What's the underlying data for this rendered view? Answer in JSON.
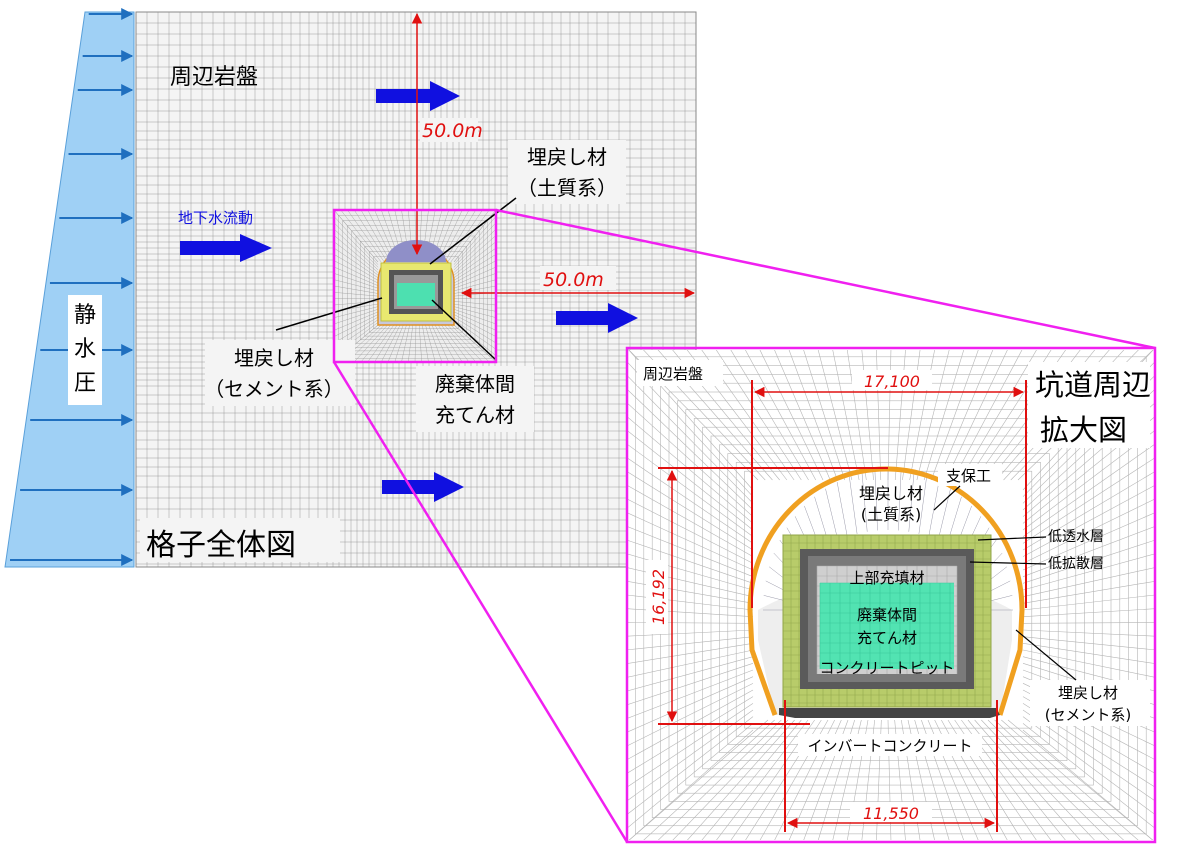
{
  "overview": {
    "surrounding_rock": "周辺岩盤",
    "groundwater_flow": "地下水流動",
    "hydrostatic_pressure": [
      "静",
      "水",
      "圧"
    ],
    "dim_vertical": "50.0m",
    "dim_horizontal": "50.0m",
    "backfill_soil": [
      "埋戻し材",
      "（土質系）"
    ],
    "backfill_cement": [
      "埋戻し材",
      "（セメント系）"
    ],
    "waste_gap_filler": [
      "廃棄体間",
      "充てん材"
    ],
    "title": "格子全体図"
  },
  "detail": {
    "surrounding_rock": "周辺岩盤",
    "title": [
      "坑道周辺",
      "拡大図"
    ],
    "dim_width_top": "17,100",
    "dim_height": "16,192",
    "dim_width_bottom": "11,550",
    "support": "支保工",
    "backfill_soil": [
      "埋戻し材",
      "(土質系)"
    ],
    "low_permeability_layer": "低透水層",
    "low_diffusion_layer": "低拡散層",
    "upper_filler": "上部充填材",
    "waste_gap_filler": [
      "廃棄体間",
      "充てん材"
    ],
    "concrete_pit": "コンクリートピット",
    "backfill_cement": [
      "埋戻し材",
      "(セメント系)"
    ],
    "invert_concrete": "インバートコンクリート"
  },
  "colors": {
    "mesh_line": "#9a9a9a",
    "mesh_bg": "#f2f2f2",
    "flow_arrow": "#1010e0",
    "hydro_fill": "#9fd0f5",
    "hydro_arrow": "#1f6fbf",
    "dimension": "#e01010",
    "zoom_frame": "#f020f0",
    "support_ring": "#f0a020",
    "low_permeability": "#b8cc6a",
    "low_diffusion": "#666666",
    "upper_filler": "#c8c8c8",
    "waste_filler": "#4de0b0"
  }
}
